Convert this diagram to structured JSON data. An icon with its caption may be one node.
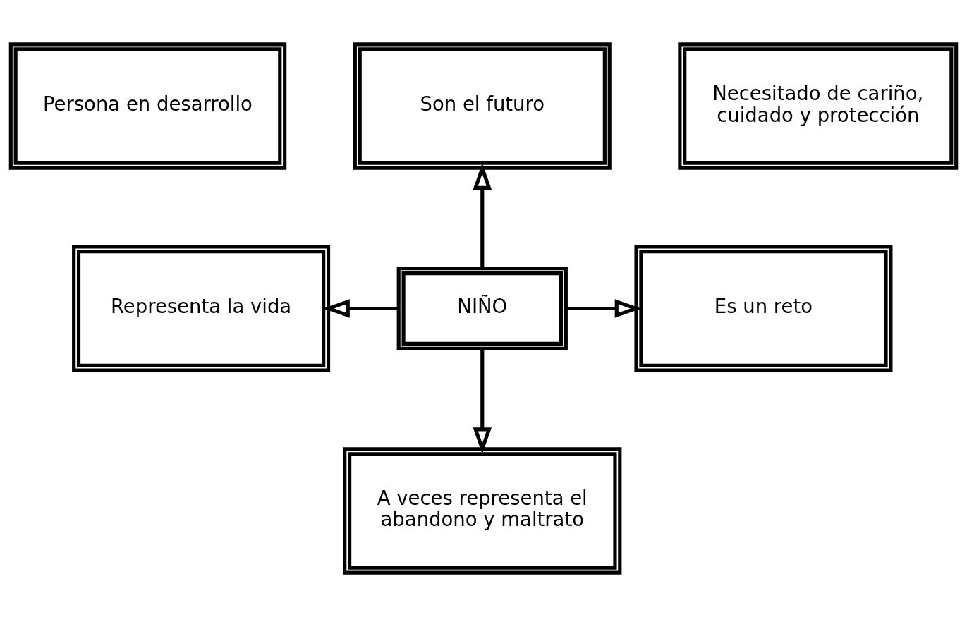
{
  "diagram": {
    "nodes": [
      {
        "text": [
          "Son el futuro"
        ]
      },
      {
        "text": [
          "Persona en desarrollo"
        ]
      },
      {
        "text": [
          "Necesitado de cariño, cuidado y protección"
        ]
      },
      {
        "text": [
          "NIÑO"
        ]
      },
      {
        "text": [
          "Representa la vida"
        ]
      },
      {
        "text": [
          "Es un reto"
        ]
      },
      {
        "text": [
          "A veces representa el abandono y maltrato"
        ]
      }
    ],
    "edges": [
      {
        "from": 3,
        "to": 0,
        "arrow": "to"
      },
      {
        "from": 3,
        "to": 4,
        "arrow": "to"
      },
      {
        "from": 3,
        "to": 5,
        "arrow": "to"
      },
      {
        "from": 3,
        "to": 6,
        "arrow": "to"
      }
    ]
  }
}
